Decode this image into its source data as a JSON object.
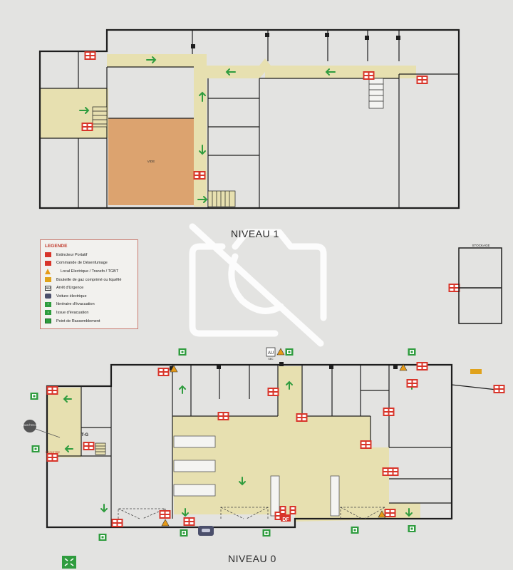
{
  "levels": {
    "upper_title": "NIVEAU 1",
    "lower_title": "NIVEAU 0"
  },
  "rooms": {
    "vide": "VIDE",
    "stockage": "STOCKAGE",
    "registre": "REGISTRE",
    "vous_etes_ici": "VOUS ÊTES ICI",
    "tgbt": "T-G",
    "df": "DF",
    "au": "AU",
    "sec": "SEC"
  },
  "legend": {
    "title": "LEGENDE",
    "items": [
      {
        "icon": "fire-extinguisher-icon",
        "label": "Extincteur Portatif"
      },
      {
        "icon": "smoke-control-icon",
        "label": "Commande de Désenfumage"
      },
      {
        "icon": "electrical-hazard-icon",
        "label": "Local Electrique / Transfo / TGBT"
      },
      {
        "icon": "gas-bottle-icon",
        "label": "Bouteille de gaz comprimé ou liquéfié"
      },
      {
        "icon": "emergency-stop-icon",
        "label": "Arrêt d'Urgence"
      },
      {
        "icon": "electric-car-icon",
        "label": "Voiture électrique"
      },
      {
        "icon": "evacuation-route-icon",
        "label": "Itinéraire d'évacuation"
      },
      {
        "icon": "emergency-exit-icon",
        "label": "Issue d'évacuation"
      },
      {
        "icon": "assembly-point-icon",
        "label": "Point de Rassemblement"
      }
    ]
  },
  "colors": {
    "background": "#e3e3e1",
    "wall": "#1e1e1e",
    "evacuation_route": "#e7e0b0",
    "void_area": "#dca36f",
    "extinguisher": "#d8352a",
    "exit_green": "#2f9c3e",
    "legend_border": "#c97a6f"
  }
}
